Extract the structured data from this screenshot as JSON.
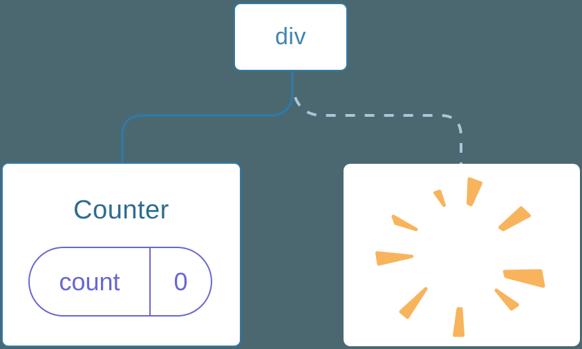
{
  "colors": {
    "background": "#4b6871",
    "node-border": "#2e7bab",
    "edge-solid": "#2e7bab",
    "edge-dashed": "#a9c6da",
    "root-label": "#4084af",
    "component-title": "#2d6c8f",
    "state-accent": "#6767d1",
    "card-bg": "#ffffff",
    "burst": "#f8b45c"
  },
  "tree": {
    "root": {
      "label": "div"
    },
    "children": [
      {
        "id": "counter",
        "title": "Counter",
        "state": {
          "key": "count",
          "value": "0"
        },
        "edge": "solid"
      },
      {
        "id": "removed",
        "icon": "poof-burst-icon",
        "edge": "dashed"
      }
    ]
  }
}
